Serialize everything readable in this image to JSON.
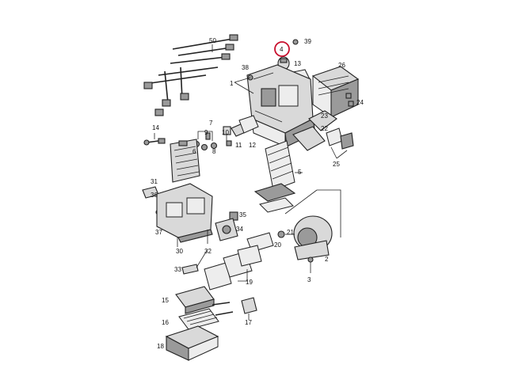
{
  "diagram": {
    "highlight_color": "#c8102e",
    "highlighted_label": "4",
    "labels": {
      "l50": "50",
      "l39": "39",
      "l4": "4",
      "l13": "13",
      "l26": "26",
      "l38": "38",
      "l1": "1",
      "l24": "24",
      "l23": "23",
      "l22": "22",
      "l7": "7",
      "l9": "9",
      "l10": "10",
      "l14": "14",
      "l6": "6",
      "l8": "8",
      "l11": "11",
      "l12": "12",
      "l25": "25",
      "l5": "5",
      "l31": "31",
      "l36": "36",
      "l37": "37",
      "l30": "30",
      "l35": "35",
      "l34": "34",
      "l32": "32",
      "l21": "21",
      "l20": "20",
      "l33": "33",
      "l3": "3",
      "l2": "2",
      "l19": "19",
      "l15": "15",
      "l16": "16",
      "l17": "17",
      "l18": "18"
    }
  }
}
